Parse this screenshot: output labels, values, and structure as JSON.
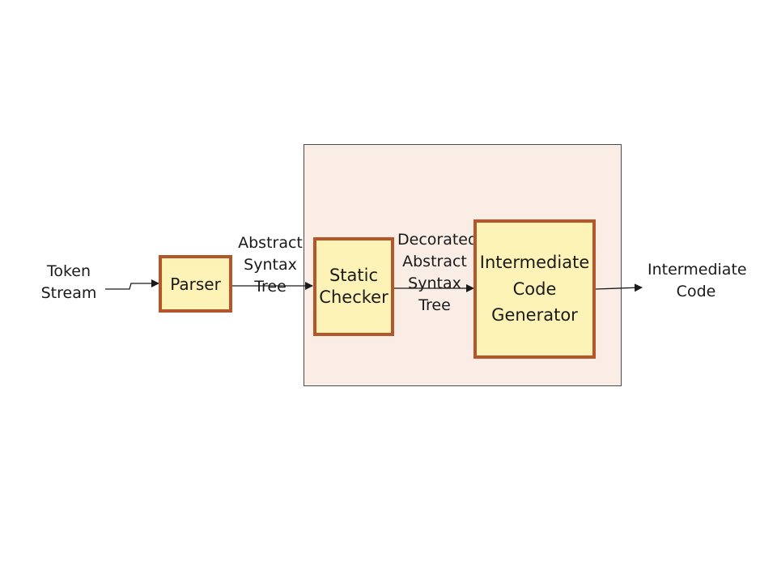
{
  "diagram": {
    "colors": {
      "background": "#ffffff",
      "region_fill": "#f9ede6",
      "box_fill": "#fdf3b6",
      "box_border": "#b5562a",
      "arrow": "#1a1a1a"
    },
    "input_label": [
      "Token",
      "Stream"
    ],
    "parser": {
      "label": "Parser"
    },
    "ast_label": [
      "Abstract",
      "Syntax",
      "Tree"
    ],
    "static_checker": {
      "label": [
        "Static",
        "Checker"
      ]
    },
    "decorated_ast_label": [
      "Decorated",
      "Abstract",
      "Syntax",
      "Tree"
    ],
    "icg": {
      "label": [
        "Intermediate",
        "Code",
        "Generator"
      ]
    },
    "output_label": [
      "Intermediate",
      "Code"
    ]
  }
}
